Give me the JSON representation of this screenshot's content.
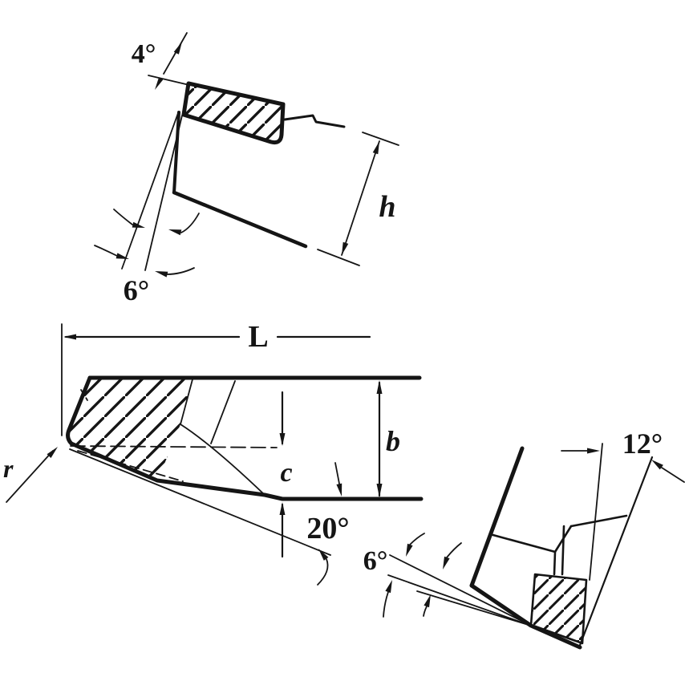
{
  "colors": {
    "ink": "#151515",
    "paper": "#ffffff"
  },
  "labels": {
    "side_rake_angle": "4°",
    "side_clearance_angle": "6°",
    "side_height": "h",
    "plan_length": "L",
    "plan_width": "b",
    "plan_tip_height": "c",
    "plan_nose_radius": "r",
    "plan_edge_angle": "20°",
    "end_clearance_angle": "6°",
    "end_wedge_angle": "12°"
  }
}
